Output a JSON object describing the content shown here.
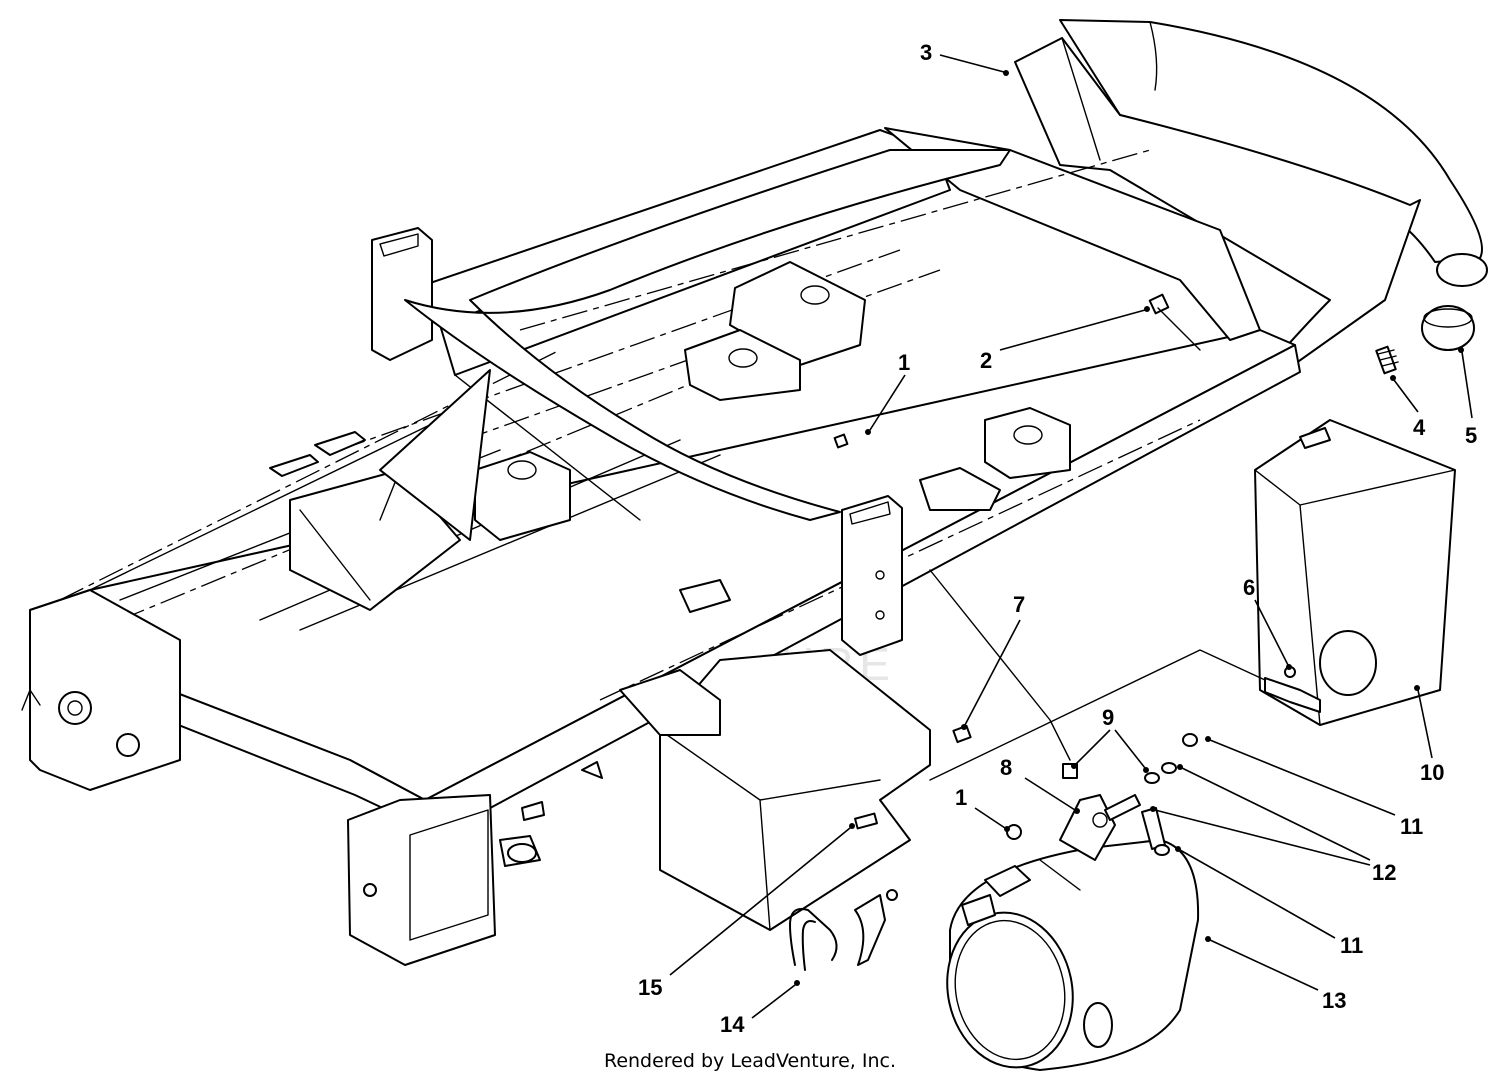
{
  "watermark": "LEADVENTURE",
  "footer": "Rendered by LeadVenture, Inc.",
  "callouts": {
    "c1": "1",
    "c1b": "1",
    "c2": "2",
    "c3": "3",
    "c4": "4",
    "c5": "5",
    "c6": "6",
    "c7": "7",
    "c8": "8",
    "c9": "9",
    "c10": "10",
    "c11": "11",
    "c11b": "11",
    "c12": "12",
    "c13": "13",
    "c14": "14",
    "c15": "15"
  }
}
